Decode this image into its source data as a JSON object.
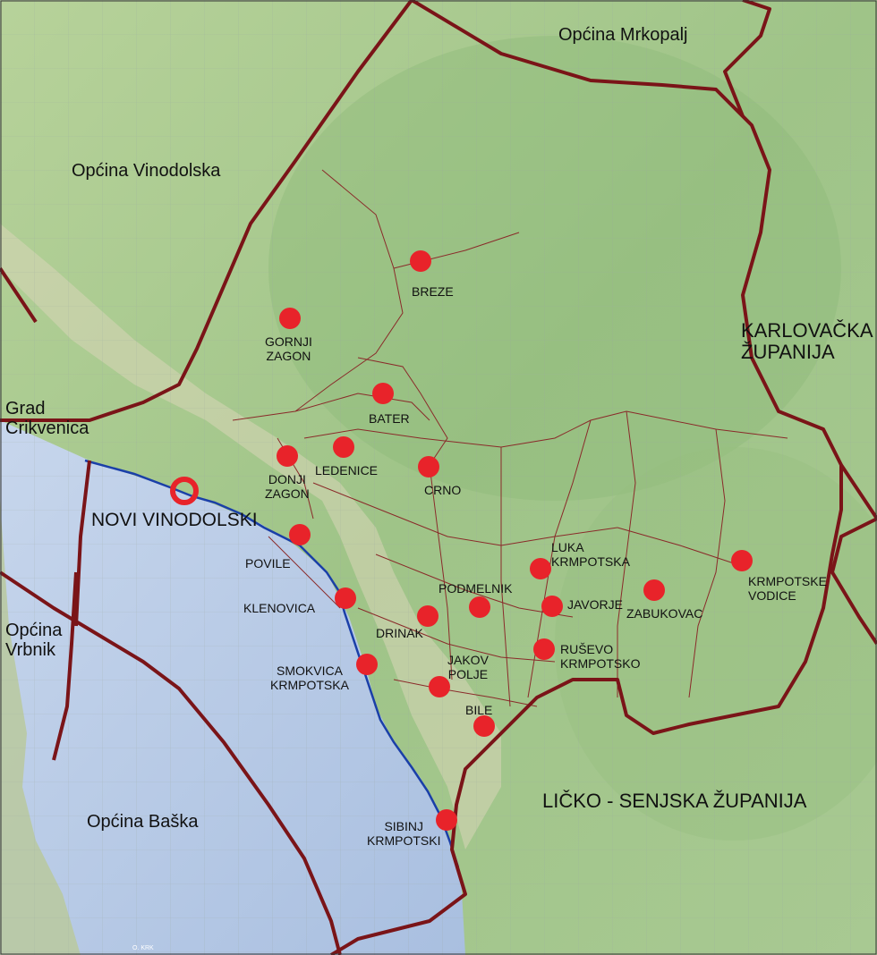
{
  "map": {
    "region_labels": {
      "mrkopalj": "Općina Mrkopalj",
      "vinodolska": "Općina Vinodolska",
      "karlovacka": "KARLOVAČKA\nŽUPANIJA",
      "crikvenica": "Grad\nCrikvenica",
      "vrbnik": "Općina\nVrbnik",
      "baska": "Općina Baška",
      "licko_senjska": "LIČKO - SENJSKA ŽUPANIJA",
      "krk_small": "O. KRK"
    },
    "seat": {
      "label": "NOVI VINODOLSKI"
    },
    "settlements": [
      "BREZE",
      "GORNJI\nZAGON",
      "BATER",
      "DONJI\nZAGON",
      "LEDENICE",
      "CRNO",
      "POVILE",
      "KLENOVICA",
      "DRINAK",
      "PODMELNIK",
      "LUKA\nKRMPOTSKA",
      "JAVORJE",
      "ZABUKOVAC",
      "KRMPOTSKE\nVODICE",
      "RUŠEVO\nKRMPOTSKO",
      "SMOKVICA\nKRMPOTSKA",
      "JAKOV\nPOLJE",
      "BILE",
      "SIBINJ\nKRMPOTSKI"
    ],
    "colors": {
      "settlement_dot": "#e8232a",
      "boundary": "#7a1418",
      "coast": "#1a3fa8",
      "sea": "#b9cbe6",
      "land": "#a9c98f"
    }
  }
}
